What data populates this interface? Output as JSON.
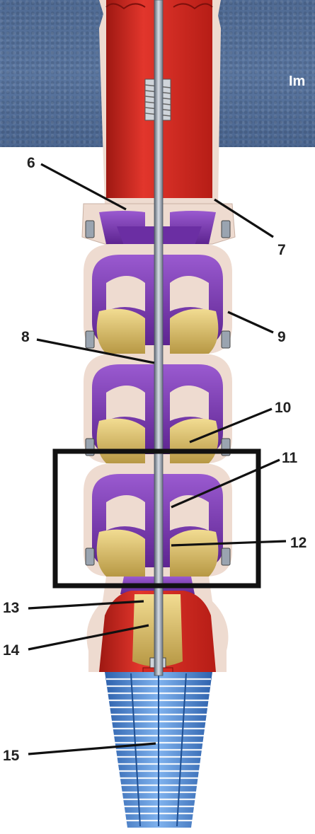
{
  "banner": {
    "title_fragment": "Im"
  },
  "labels": {
    "l6": "6",
    "l7": "7",
    "l8": "8",
    "l9": "9",
    "l10": "10",
    "l11": "11",
    "l12": "12",
    "l13": "13",
    "l14": "14",
    "l15": "15"
  },
  "colors": {
    "banner": "#56729b",
    "pipe": "#d52a23",
    "bowl": "#7a3bb3",
    "impeller": "#d9bf6d",
    "casing": "#f0ddd3",
    "shaft": "#8f9aa8",
    "strainer": "#3f7fd0",
    "highlight_box": "#111111"
  }
}
